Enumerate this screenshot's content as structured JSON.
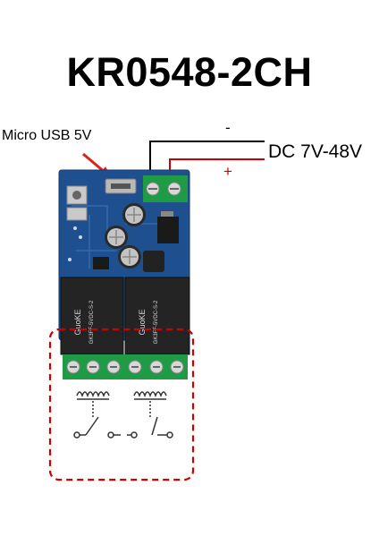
{
  "title": "KR0548-2CH",
  "labels": {
    "usb": "Micro USB 5V",
    "dc": "DC 7V-48V",
    "minus": "-",
    "plus": "+"
  },
  "relays": [
    {
      "brand": "GuoKE",
      "model": "GK3FF-5VDC-S-2"
    },
    {
      "brand": "GuoKE",
      "model": "GK3FF-5VDC-S-2"
    }
  ],
  "colors": {
    "pcb": "#1e4f8f",
    "relay_body": "#242424",
    "terminal": "#1f9a45",
    "wire_negative": "#000000",
    "wire_positive": "#cc0000",
    "dashed_box": "#cc0000"
  }
}
